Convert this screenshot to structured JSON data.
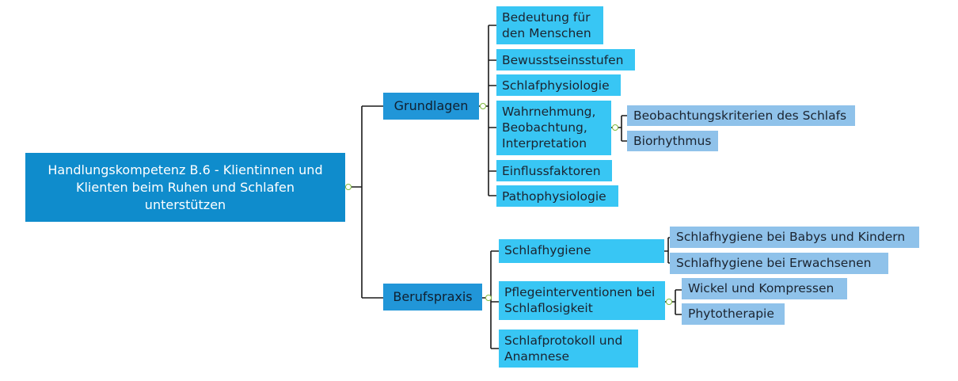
{
  "mindmap": {
    "root": "Handlungskompetenz B.6 - Klientinnen und Klienten beim Ruhen und Schlafen unterstützen",
    "grundlagen": {
      "label": "Grundlagen",
      "children": [
        "Bedeutung für den Menschen",
        "Bewusstseinsstufen",
        "Schlafphysiologie",
        "Wahrnehmung, Beobachtung, Interpretation",
        "Einflussfaktoren",
        "Pathophysiologie"
      ],
      "wahrnehmung_children": [
        "Beobachtungskriterien des Schlafs",
        "Biorhythmus"
      ]
    },
    "berufspraxis": {
      "label": "Berufspraxis",
      "children": [
        "Schlafhygiene",
        "Pflegeinterventionen bei Schlaflosigkeit",
        "Schlafprotokoll und Anamnese"
      ],
      "schlafhygiene_children": [
        "Schlafhygiene bei Babys und Kindern",
        "Schlafhygiene bei Erwachsenen"
      ],
      "pflege_children": [
        "Wickel und Kompressen",
        "Phytotherapie"
      ]
    }
  }
}
